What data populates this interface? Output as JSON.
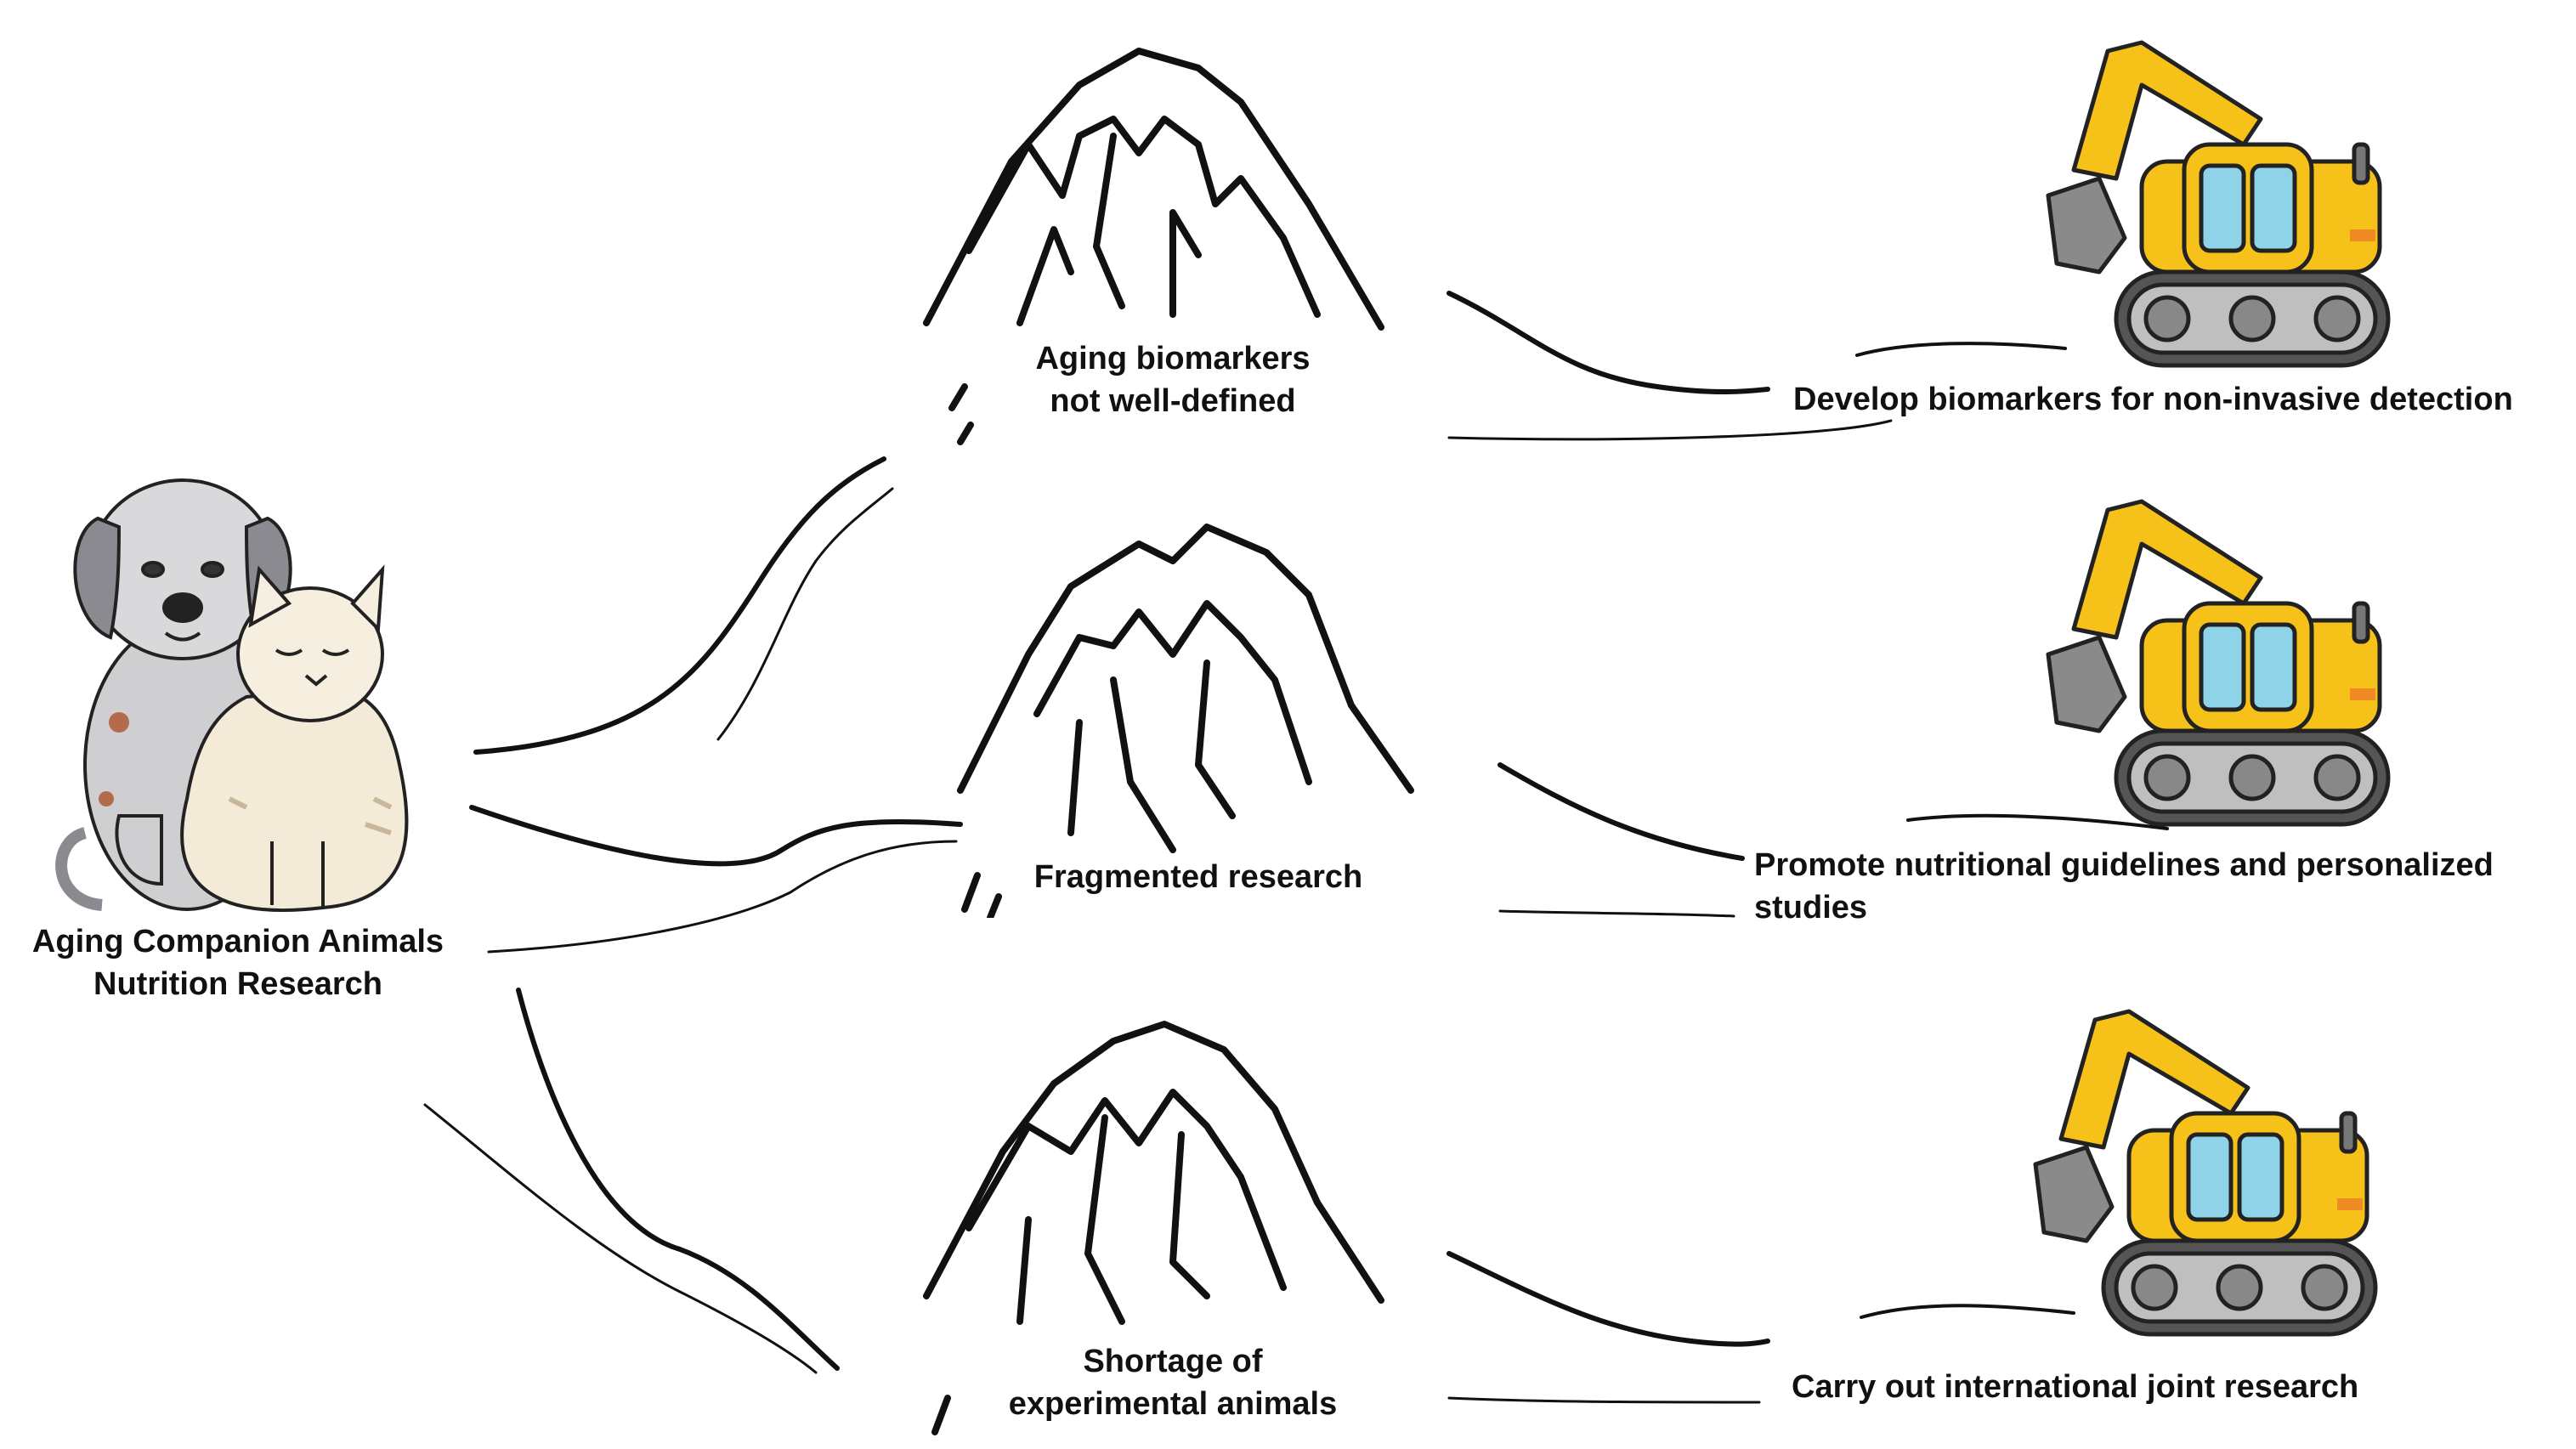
{
  "root": {
    "label_line1": "Aging Companion Animals",
    "label_line2": "Nutrition Research",
    "icon": "dog-and-cat-illustration"
  },
  "challenges": [
    {
      "line1": "Aging biomarkers",
      "line2": "not well-defined",
      "icon": "mountain-icon"
    },
    {
      "line1": "Fragmented research",
      "line2": "",
      "icon": "mountain-icon"
    },
    {
      "line1": "Shortage of",
      "line2": "experimental animals",
      "icon": "mountain-icon"
    }
  ],
  "solutions": [
    {
      "line1": "Develop biomarkers for non-invasive detection",
      "line2": "",
      "icon": "excavator-icon"
    },
    {
      "line1": "Promote nutritional guidelines and personalized",
      "line2": "studies",
      "icon": "excavator-icon"
    },
    {
      "line1": "Carry out international joint research",
      "line2": "",
      "icon": "excavator-icon"
    }
  ],
  "colors": {
    "ink": "#111111",
    "excavator_yellow": "#f6c21a",
    "excavator_window": "#8fd3e8",
    "excavator_track": "#555555",
    "excavator_accent": "#f08a24",
    "dog_fur": "#cfcfd2",
    "dog_ears": "#8a8a90",
    "cat_fur": "#f3ead8"
  }
}
